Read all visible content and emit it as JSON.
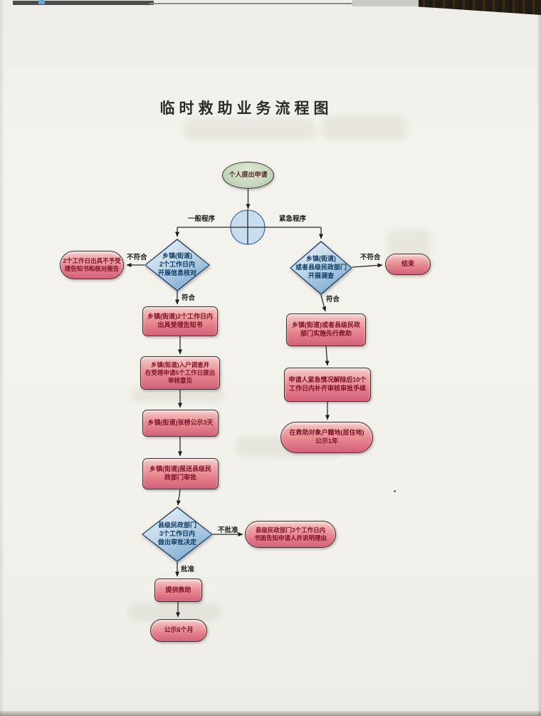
{
  "title": "临时救助业务流程图",
  "labels": {
    "general_procedure": "一般程序",
    "emergency_procedure": "紧急程序",
    "not_conform_left": "不符合",
    "conform_left": "符合",
    "not_conform_right": "不符合",
    "conform_right": "符合",
    "not_approved": "不批准",
    "approved": "批准"
  },
  "nodes": {
    "start": "个人提出申请",
    "reject_notice": "2个工作日出具不予受\n理告知书和核对报告",
    "verify_info": "乡镇(街道)\n2个工作日内\n开展信息核对",
    "accept_notice": "乡镇(街道)2个工作日内\n出具受理告知书",
    "household_survey": "乡镇(街道)入户调查并\n在受理申请5个工作日提出\n审核意见",
    "post_3days": "乡镇(街道)张榜公示3天",
    "submit_approval": "乡镇(街道)报送县级民\n政部门审批",
    "approval_decision": "县级民政部门\n3个工作日内\n做出审批决定",
    "written_reject": "县级民政部门3个工作日内\n书面告知申请人并说明理由",
    "provide_aid": "提供救助",
    "post_6months": "公示6个月",
    "investigate": "乡镇(街道)\n或者县级民政部门\n开展调查",
    "end": "结束",
    "advance_aid": "乡镇(街道)或者县级民政\n部门实施先行救助",
    "complete_formalities": "申请人紧急情况解除后10个\n工作日内补齐审核审批手续",
    "post_1year": "在救助对象户籍地(居住地)\n公示1年"
  },
  "colors": {
    "process_fill_top": "#f6cbc7",
    "process_fill_bottom": "#d2617a",
    "process_text": "#7e1026",
    "decision_fill_top": "#ecf3f9",
    "decision_fill_bottom": "#7ba4ca",
    "decision_text": "#0f3a62",
    "start_fill": "#cfdfc6",
    "junction_fill": "#c8ddee",
    "connector": "#2a2a2a"
  }
}
